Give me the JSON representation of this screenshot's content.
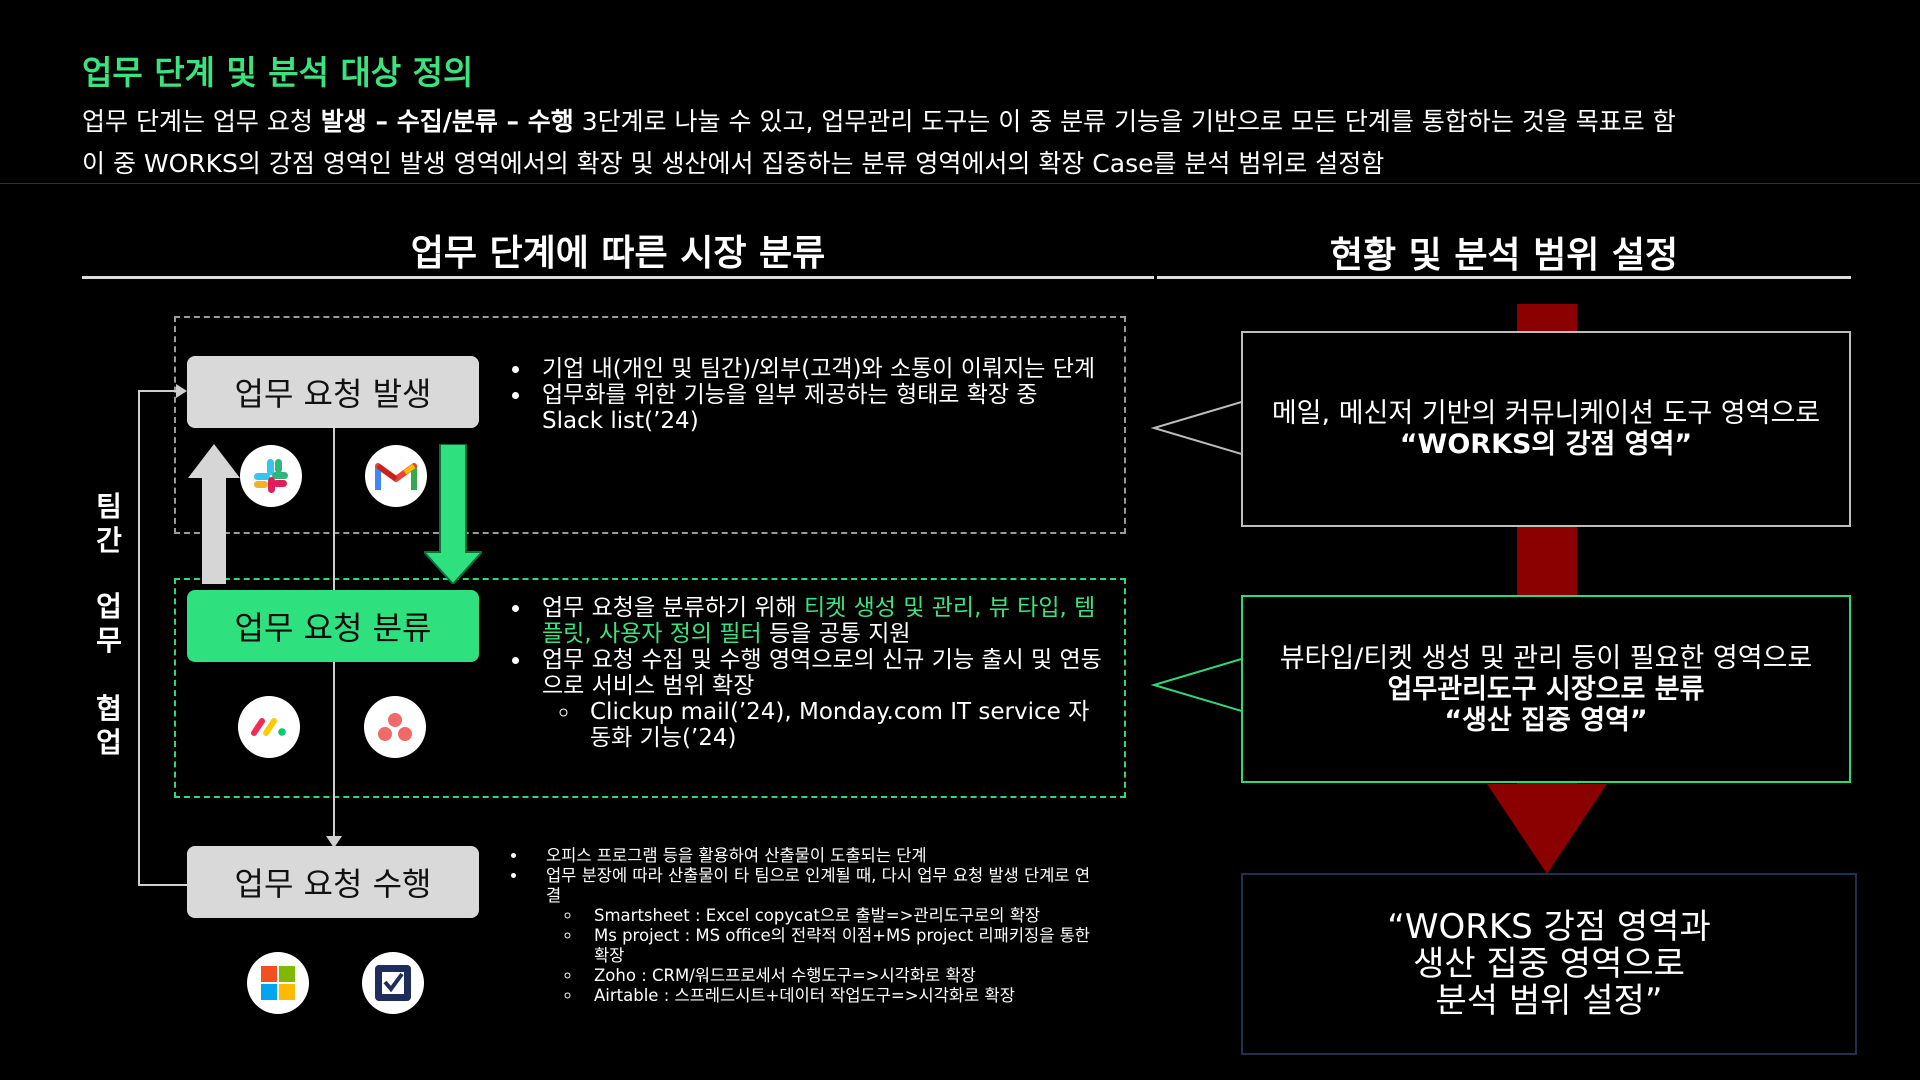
{
  "header": {
    "title": "업무 단계 및 분석 대상 정의",
    "desc1_pre": "업무 단계는 업무 요청 ",
    "desc1_bold": "발생 – 수집/분류 – 수행",
    "desc1_post": " 3단계로 나눌 수 있고, 업무관리 도구는 이 중 분류 기능을 기반으로 모든 단계를 통합하는 것을 목표로 함",
    "desc2": "이 중 WORKS의 강점 영역인 발생 영역에서의 확장 및 생산에서 집중하는 분류 영역에서의 확장 Case를 분석 범위로 설정함"
  },
  "left_section": {
    "title": "업무 단계에 따른 시장 분류",
    "side_label": [
      "팀",
      "간",
      "업",
      "무",
      "협",
      "업"
    ],
    "stages": [
      {
        "label": "업무 요청 발생",
        "icons": [
          "slack-icon",
          "gmail-icon"
        ]
      },
      {
        "label": "업무 요청 분류",
        "icons": [
          "monday-icon",
          "asana-icon"
        ]
      },
      {
        "label": "업무 요청 수행",
        "icons": [
          "microsoft-icon",
          "ms-project-icon"
        ]
      }
    ],
    "stage1_bullets": [
      "기업 내(개인 및 팀간)/외부(고객)와 소통이 이뤄지는 단계",
      "업무화를 위한 기능을 일부 제공하는 형태로 확장 중",
      "Slack list(’24)"
    ],
    "stage2_bullets": {
      "b1_pre": "업무 요청을 분류하기 위해 ",
      "b1_green": "티켓 생성 및 관리, 뷰 타입, 템플릿, 사용자 정의 필터",
      "b1_post": " 등을 공통 지원",
      "b2": "업무 요청 수집 및 수행 영역으로의 신규 기능 출시 및 연동으로 서비스 범위 확장",
      "b2_sub": "Clickup mail(’24), Monday.com IT service 자동화 기능(’24)"
    },
    "stage3_bullets": {
      "b1": "오피스 프로그램 등을 활용하여 산출물이 도출되는 단계",
      "b2": "업무 분장에 따라 산출물이 타 팀으로 인계될 때, 다시 업무 요청 발생 단계로 연결",
      "subs": [
        "Smartsheet : Excel copycat으로 출발=>관리도구로의 확장",
        "Ms project : MS office의 전략적 이점+MS project 리패키징을 통한 확장",
        "Zoho : CRM/워드프로세서 수행도구=>시각화로 확장",
        "Airtable : 스프레드시트+데이터 작업도구=>시각화로 확장"
      ]
    }
  },
  "right_section": {
    "title": "현황 및 분석 범위 설정",
    "box1_line1": "메일, 메신저 기반의 커뮤니케이션 도구 영역으로",
    "box1_line2": "“WORKS의 강점 영역”",
    "box2_line1": "뷰타입/티켓 생성 및 관리 등이 필요한 영역으로",
    "box2_line2": "업무관리도구 시장으로 분류",
    "box2_line3": "“생산 집중 영역”",
    "box3_line1": "“WORKS 강점 영역과",
    "box3_line2": "생산 집중 영역으로",
    "box3_line3": "분석 범위 설정”"
  },
  "colors": {
    "accent_green": "#3be37f",
    "stage_gray": "#d9d9d9",
    "dark_red": "#8b0000"
  }
}
